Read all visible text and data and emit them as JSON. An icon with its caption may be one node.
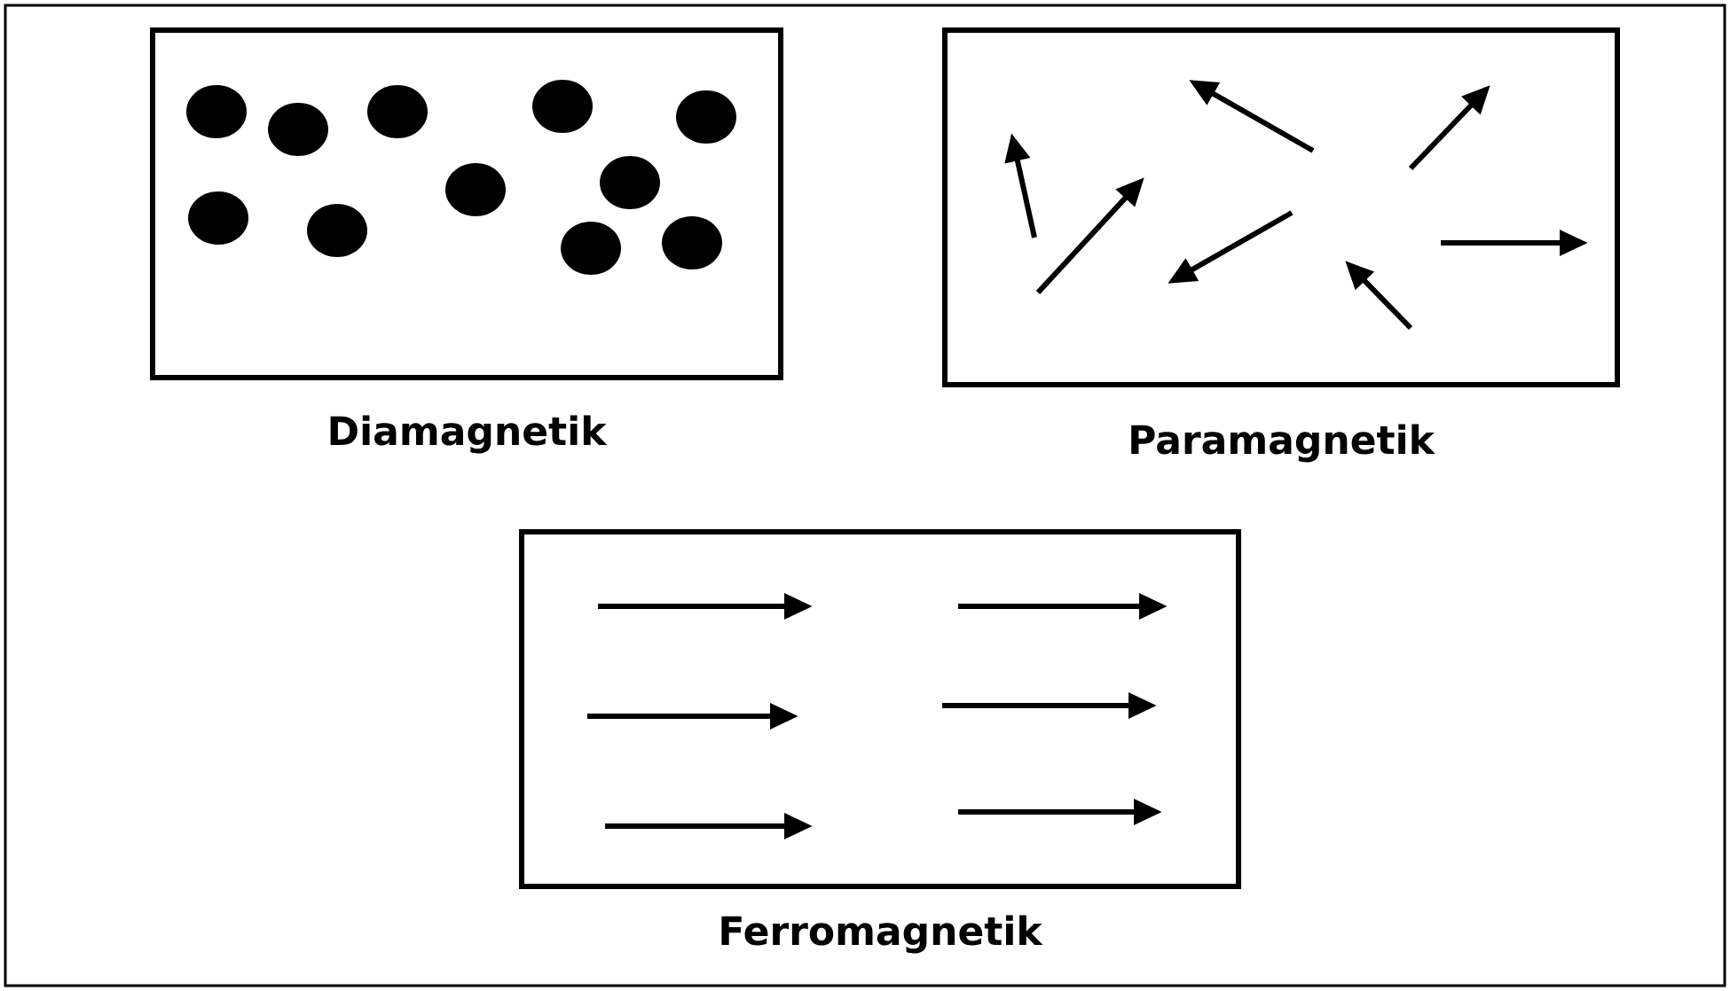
{
  "diagram": {
    "nodes": [
      {
        "text": [
          "Diamagnetik"
        ]
      },
      {
        "text": [
          "Paramagnetik"
        ]
      },
      {
        "text": [
          "Ferromagnetik"
        ]
      }
    ]
  }
}
